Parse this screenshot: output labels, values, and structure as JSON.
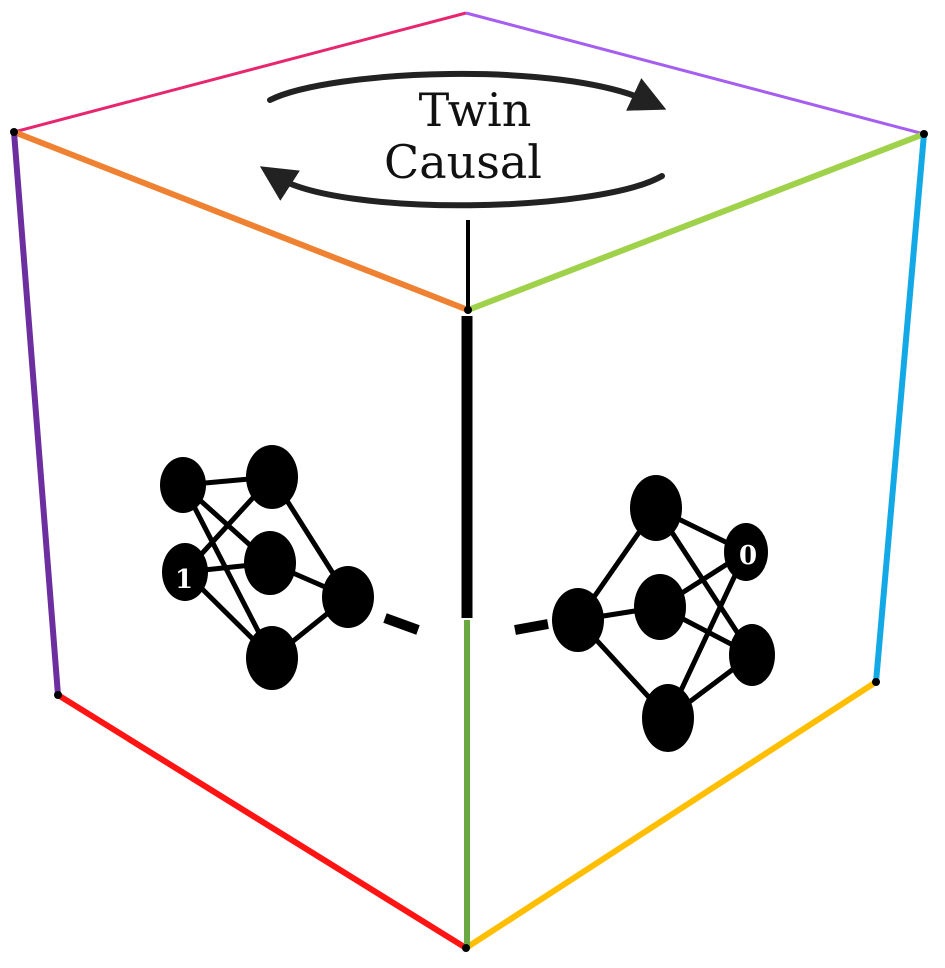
{
  "title": {
    "line1": "Twin",
    "line2": "Causal"
  },
  "left_network": {
    "label": "1"
  },
  "right_network": {
    "label": "0"
  },
  "colors": {
    "edge_top_left": "#e8266f",
    "edge_top_right": "#a55ef0",
    "edge_front_left_top": "#ef8232",
    "edge_front_right_top": "#9fd24a",
    "edge_left_vertical": "#6d2fa0",
    "edge_right_vertical": "#13a8e6",
    "edge_bottom_left": "#ff1414",
    "edge_bottom_right": "#ffbf00",
    "edge_center_lower": "#6aa844",
    "ink": "#000000"
  }
}
